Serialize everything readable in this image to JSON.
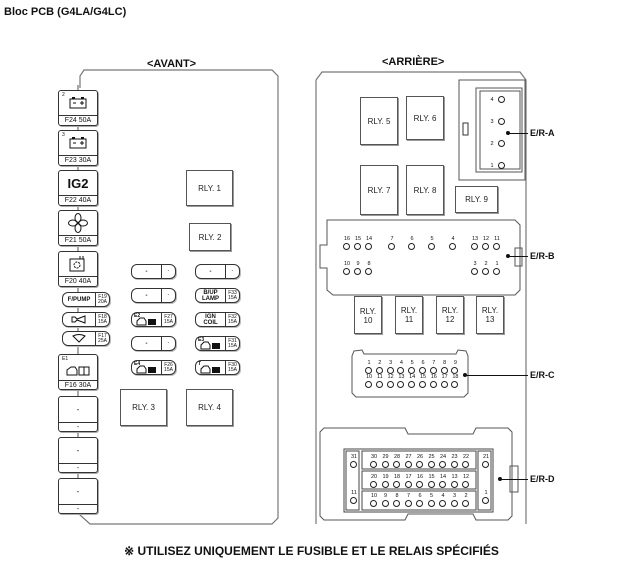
{
  "title": "Bloc PCB (G4LA/G4LC)",
  "front": {
    "heading": "<AVANT>",
    "big_fuses": [
      {
        "sup": "2",
        "icon": "battery-icon",
        "label": "F24 50A"
      },
      {
        "sup": "3",
        "icon": "battery-icon",
        "label": "F23 30A"
      },
      {
        "text": "IG2",
        "label": "F22 40A"
      },
      {
        "icon": "fan-icon",
        "label": "F21 50A"
      },
      {
        "icon": "abs-icon",
        "label": "F20 40A"
      }
    ],
    "mini_fuses_left": [
      {
        "text": "F/PUMP",
        "rating": "F19 20A"
      },
      {
        "icon": "horn-icon",
        "rating": "F18 15A"
      },
      {
        "icon": "wiper-icon",
        "rating": "F17 25A"
      }
    ],
    "ecu_fuse": {
      "sup": "E1",
      "label": "F16 30A"
    },
    "spare_fuses": [
      {
        "top": "-",
        "label": "-"
      },
      {
        "top": "-",
        "label": "-"
      },
      {
        "top": "-",
        "label": "-"
      }
    ],
    "mid_col_a": [
      {
        "text": "-",
        "rating": "-"
      },
      {
        "text": "-",
        "rating": "-"
      },
      {
        "sup": "E2",
        "icon": "engine-icon",
        "rating": "F27 15A"
      },
      {
        "text": "-",
        "rating": "-"
      },
      {
        "sup": "E4",
        "icon": "engine-icon",
        "rating": "F26 15A"
      }
    ],
    "mid_col_b": [
      {
        "text": "-",
        "rating": "-"
      },
      {
        "text": "B/UP LAMP",
        "rating": "F33 15A"
      },
      {
        "text": "IGN COIL",
        "rating": "F32 15A"
      },
      {
        "sup": "E3",
        "icon": "engine-icon",
        "rating": "F31 15A"
      },
      {
        "sup": "T",
        "icon": "engine-icon",
        "rating": "F30 15A"
      }
    ],
    "relays": [
      "RLY. 1",
      "RLY. 2",
      "RLY. 3",
      "RLY. 4"
    ]
  },
  "rear": {
    "heading": "<ARRIÈRE>",
    "relays": [
      "RLY. 5",
      "RLY. 6",
      "RLY. 7",
      "RLY. 8",
      "RLY. 9",
      "RLY. 10",
      "RLY. 11",
      "RLY. 12",
      "RLY. 13"
    ],
    "connectors": {
      "era": {
        "label": "E/R-A",
        "pins": [
          "4",
          "3",
          "2",
          "1"
        ]
      },
      "erb": {
        "label": "E/R-B",
        "row1": [
          "16",
          "15",
          "14",
          "7",
          "6",
          "5",
          "4",
          "13",
          "12",
          "11"
        ],
        "row2": [
          "10",
          "9",
          "8",
          "3",
          "2",
          "1"
        ]
      },
      "erc": {
        "label": "E/R-C",
        "row1": [
          "1",
          "2",
          "3",
          "4",
          "5",
          "6",
          "7",
          "8",
          "9"
        ],
        "row2": [
          "10",
          "11",
          "12",
          "13",
          "14",
          "15",
          "16",
          "17",
          "18"
        ]
      },
      "erd": {
        "label": "E/R-D",
        "row1": [
          "30",
          "29",
          "28",
          "27",
          "26",
          "25",
          "24",
          "23",
          "22"
        ],
        "row2": [
          "20",
          "19",
          "18",
          "17",
          "16",
          "15",
          "14",
          "13",
          "12"
        ],
        "row3": [
          "10",
          "9",
          "8",
          "7",
          "6",
          "5",
          "4",
          "3",
          "2"
        ],
        "side_left": [
          "31",
          "11"
        ],
        "side_right": [
          "21",
          "1"
        ]
      }
    }
  },
  "footer": "※ UTILISEZ UNIQUEMENT LE FUSIBLE ET LE RELAIS SPÉCIFIÉS"
}
